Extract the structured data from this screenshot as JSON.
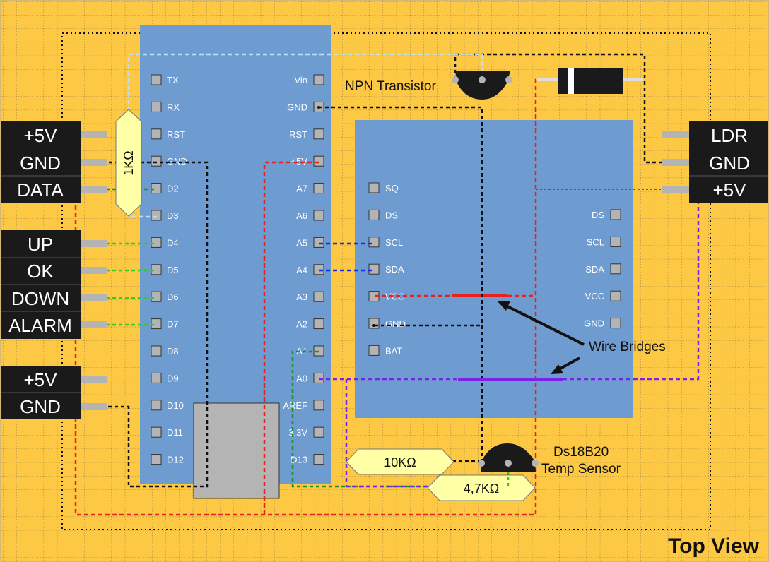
{
  "title": "Top View",
  "colors": {
    "board_bg": "#fdc843",
    "grid": "#555555",
    "module_blue": "#6e9bd0",
    "connector_black": "#1a1a1a",
    "resistor_fill": "#ffffa5",
    "wire_red": "#e82020",
    "wire_black": "#111111",
    "wire_green": "#33cc22",
    "wire_blue": "#1030e0",
    "wire_purple": "#7a22e8",
    "wire_lightblue": "#bfe0f0",
    "wire_darkgreen": "#1f8f2f"
  },
  "arduino": {
    "left_pins": [
      "TX",
      "RX",
      "RST",
      "GND",
      "D2",
      "D3",
      "D4",
      "D5",
      "D6",
      "D7",
      "D8",
      "D9",
      "D10",
      "D11",
      "D12"
    ],
    "right_pins": [
      "Vin",
      "GND",
      "RST",
      "+5V",
      "A7",
      "A6",
      "A5",
      "A4",
      "A3",
      "A2",
      "A1",
      "A0",
      "AREF",
      "3,3V",
      "D13"
    ]
  },
  "rtc_module": {
    "left_pins": [
      "SQ",
      "DS",
      "SCL",
      "SDA",
      "VCC",
      "GND",
      "BAT"
    ],
    "right_pins": [
      "DS",
      "SCL",
      "SDA",
      "VCC",
      "GND"
    ]
  },
  "connectors": {
    "display": [
      "+5V",
      "GND",
      "DATA"
    ],
    "buttons": [
      "UP",
      "OK",
      "DOWN",
      "ALARM"
    ],
    "power": [
      "+5V",
      "GND"
    ],
    "ldr": [
      "LDR",
      "GND",
      "+5V"
    ]
  },
  "components": {
    "resistor_1k": "1KΩ",
    "resistor_10k": "10KΩ",
    "resistor_4k7": "4,7KΩ",
    "transistor_label": "NPN Transistor",
    "temp_sensor_label_1": "Ds18B20",
    "temp_sensor_label_2": "Temp Sensor",
    "wire_bridges_label": "Wire Bridges"
  }
}
